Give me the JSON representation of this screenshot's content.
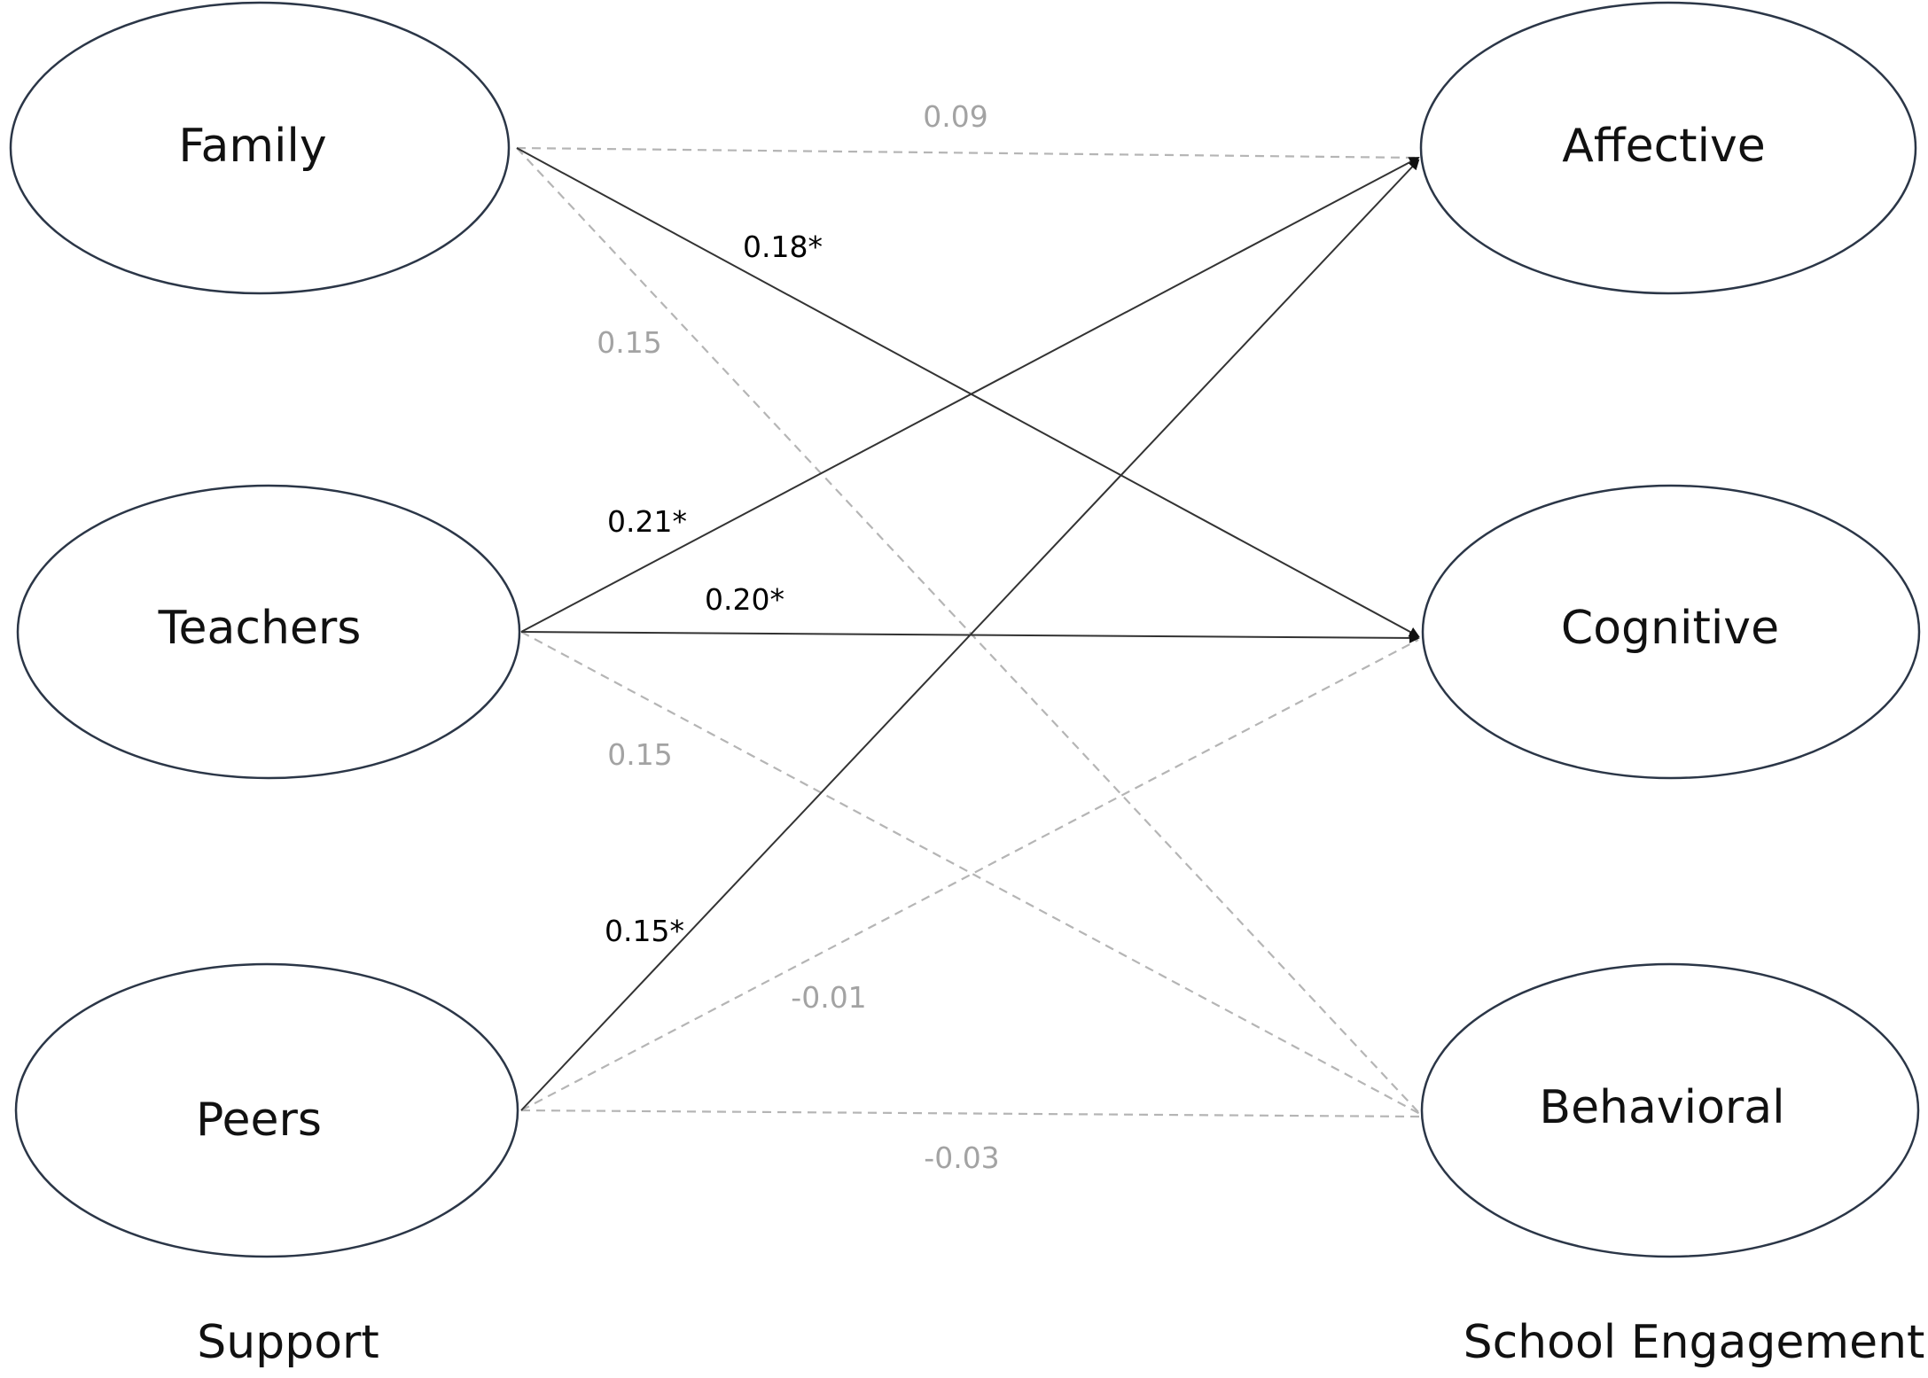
{
  "groups": {
    "support": "Support",
    "engagement": "School Engagement"
  },
  "nodes": {
    "family": "Family",
    "teachers": "Teachers",
    "peers": "Peers",
    "affective": "Affective",
    "cognitive": "Cognitive",
    "behavioral": "Behavioral"
  },
  "paths": {
    "family_affective": "0.09",
    "family_cognitive": "0.18*",
    "family_behavioral": "0.15",
    "teachers_affective": "0.21*",
    "teachers_cognitive": "0.20*",
    "teachers_behavioral": "0.15",
    "peers_affective": "0.15*",
    "peers_cognitive": "-0.01",
    "peers_behavioral": "-0.03"
  },
  "colors": {
    "significant_path": "#333333",
    "nonsignificant_path": "#b5b5b5",
    "ellipse_stroke": "#2b3647"
  }
}
